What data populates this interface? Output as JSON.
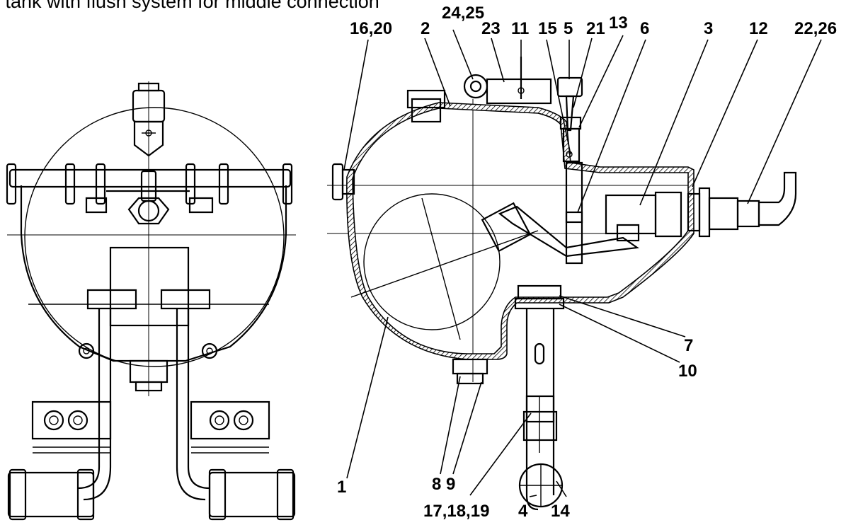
{
  "title": "l tank with flush system for middle connection",
  "labels": [
    "16,20",
    "2",
    "24,25",
    "23",
    "11",
    "15",
    "5",
    "21",
    "13",
    "6",
    "3",
    "12",
    "22,26",
    "7",
    "10",
    "1",
    "8 9",
    "17,18,19",
    "4",
    "14"
  ]
}
